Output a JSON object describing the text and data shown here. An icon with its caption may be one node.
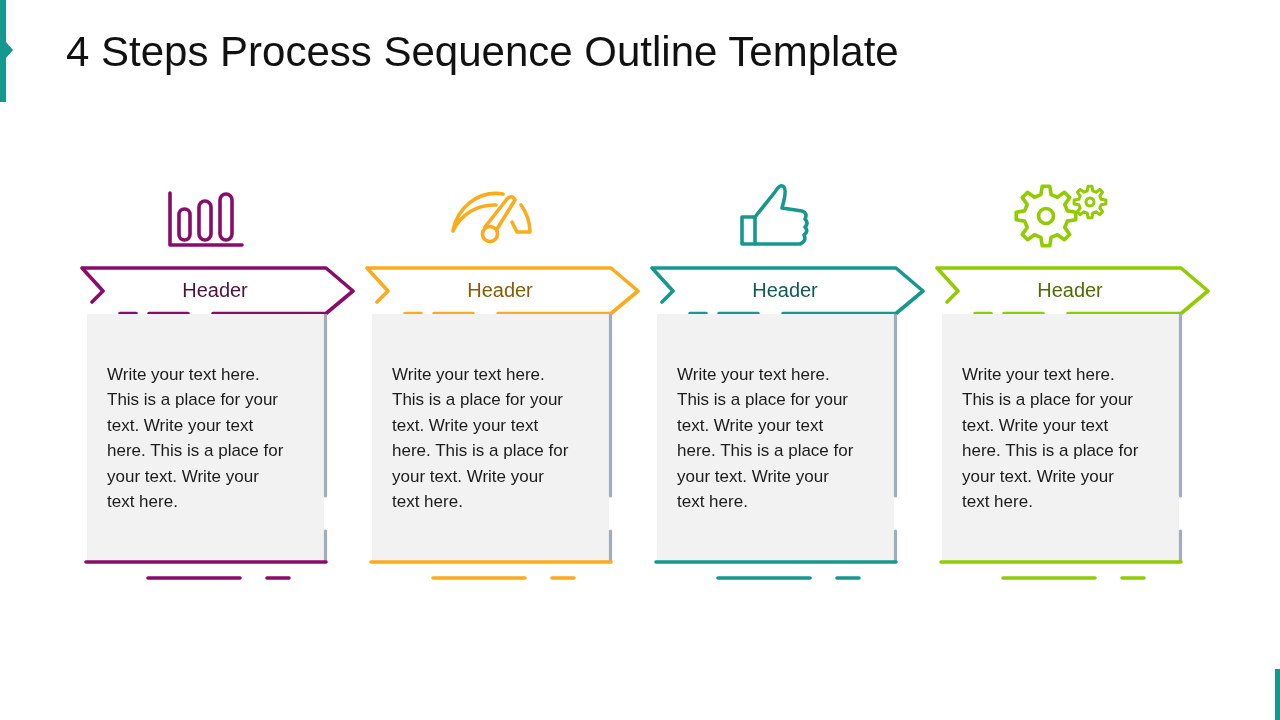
{
  "diagram": {
    "title": "4 Steps Process Sequence Outline Template",
    "nodes": [
      {
        "text": [
          "Header"
        ]
      },
      {
        "text": [
          "Write your text here. This is a place for your text. Write your text here. This is a place for your text. Write your text here."
        ]
      },
      {
        "text": [
          "Header"
        ]
      },
      {
        "text": [
          "Write your text here. This is a place for your text. Write your text here. This is a place for your text. Write your text here."
        ]
      },
      {
        "text": [
          "Header"
        ]
      },
      {
        "text": [
          "Write your text here. This is a place for your text. Write your text here. This is a place for your text. Write your text here."
        ]
      },
      {
        "text": [
          "Header"
        ]
      },
      {
        "text": [
          "Write your text here. This is a place for your text. Write your text here. This is a place for your text. Write your text here."
        ]
      }
    ]
  }
}
